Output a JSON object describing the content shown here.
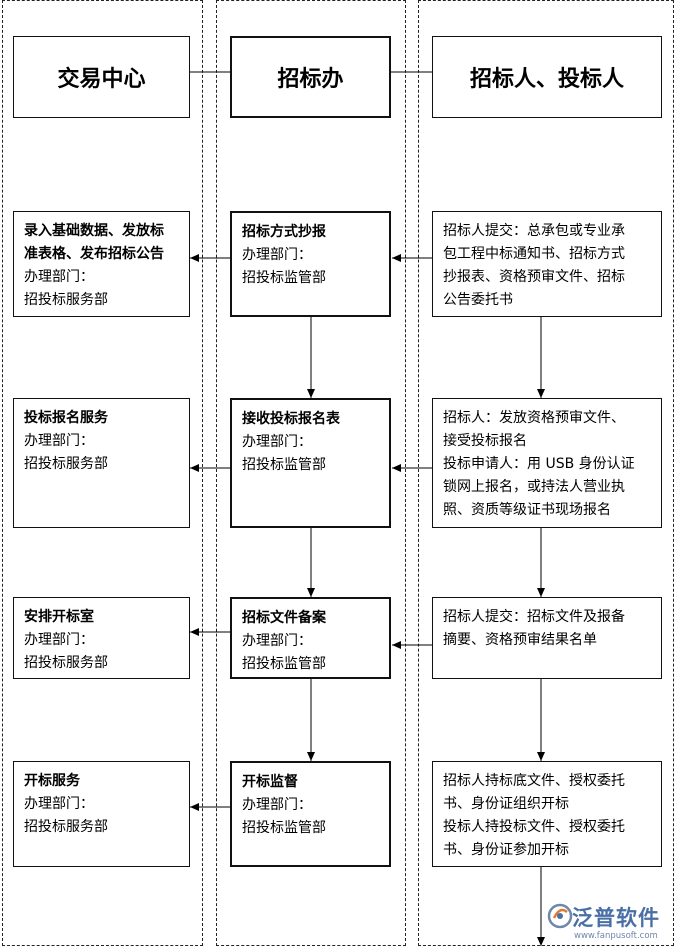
{
  "headers": {
    "left": "交易中心",
    "middle": "招标办",
    "right": "招标人、投标人"
  },
  "rows": [
    {
      "left": {
        "title": "录入基础数据、发放标准表格、发布招标公告",
        "title_lines": [
          "录入基础数据、发放标",
          "准表格、发布招标公告"
        ],
        "dept_label": "办理部门：",
        "dept": "招投标服务部"
      },
      "middle": {
        "title": "招标方式抄报",
        "dept_label": "办理部门：",
        "dept": "招投标监管部"
      },
      "right": {
        "lines": [
          "招标人提交：总承包或专业承",
          "包工程中标通知书、招标方式",
          "抄报表、资格预审文件、招标",
          "公告委托书"
        ]
      }
    },
    {
      "left": {
        "title": "投标报名服务",
        "dept_label": "办理部门：",
        "dept": "招投标服务部"
      },
      "middle": {
        "title": "接收投标报名表",
        "dept_label": "办理部门：",
        "dept": "招投标监管部"
      },
      "right": {
        "lines": [
          "招标人：发放资格预审文件、",
          "接受投标报名",
          "投标申请人：用 USB 身份认证",
          "锁网上报名，或持法人营业执",
          "照、资质等级证书现场报名"
        ]
      }
    },
    {
      "left": {
        "title": "安排开标室",
        "dept_label": "办理部门：",
        "dept": "招投标服务部"
      },
      "middle": {
        "title": "招标文件备案",
        "dept_label": "办理部门：",
        "dept": "招投标监管部"
      },
      "right": {
        "lines": [
          "招标人提交：招标文件及报备",
          "摘要、资格预审结果名单"
        ]
      }
    },
    {
      "left": {
        "title": "开标服务",
        "dept_label": "办理部门：",
        "dept": "招投标服务部"
      },
      "middle": {
        "title": "开标监督",
        "dept_label": "办理部门：",
        "dept": "招投标监管部"
      },
      "right": {
        "lines": [
          "招标人持标底文件、授权委托",
          "书、身份证组织开标",
          "投标人持投标文件、授权委托",
          "书、身份证参加开标"
        ]
      }
    }
  ],
  "watermark": {
    "name": "泛普软件",
    "url": "www.fanpusoft.com",
    "color": "#4a6fa5"
  }
}
